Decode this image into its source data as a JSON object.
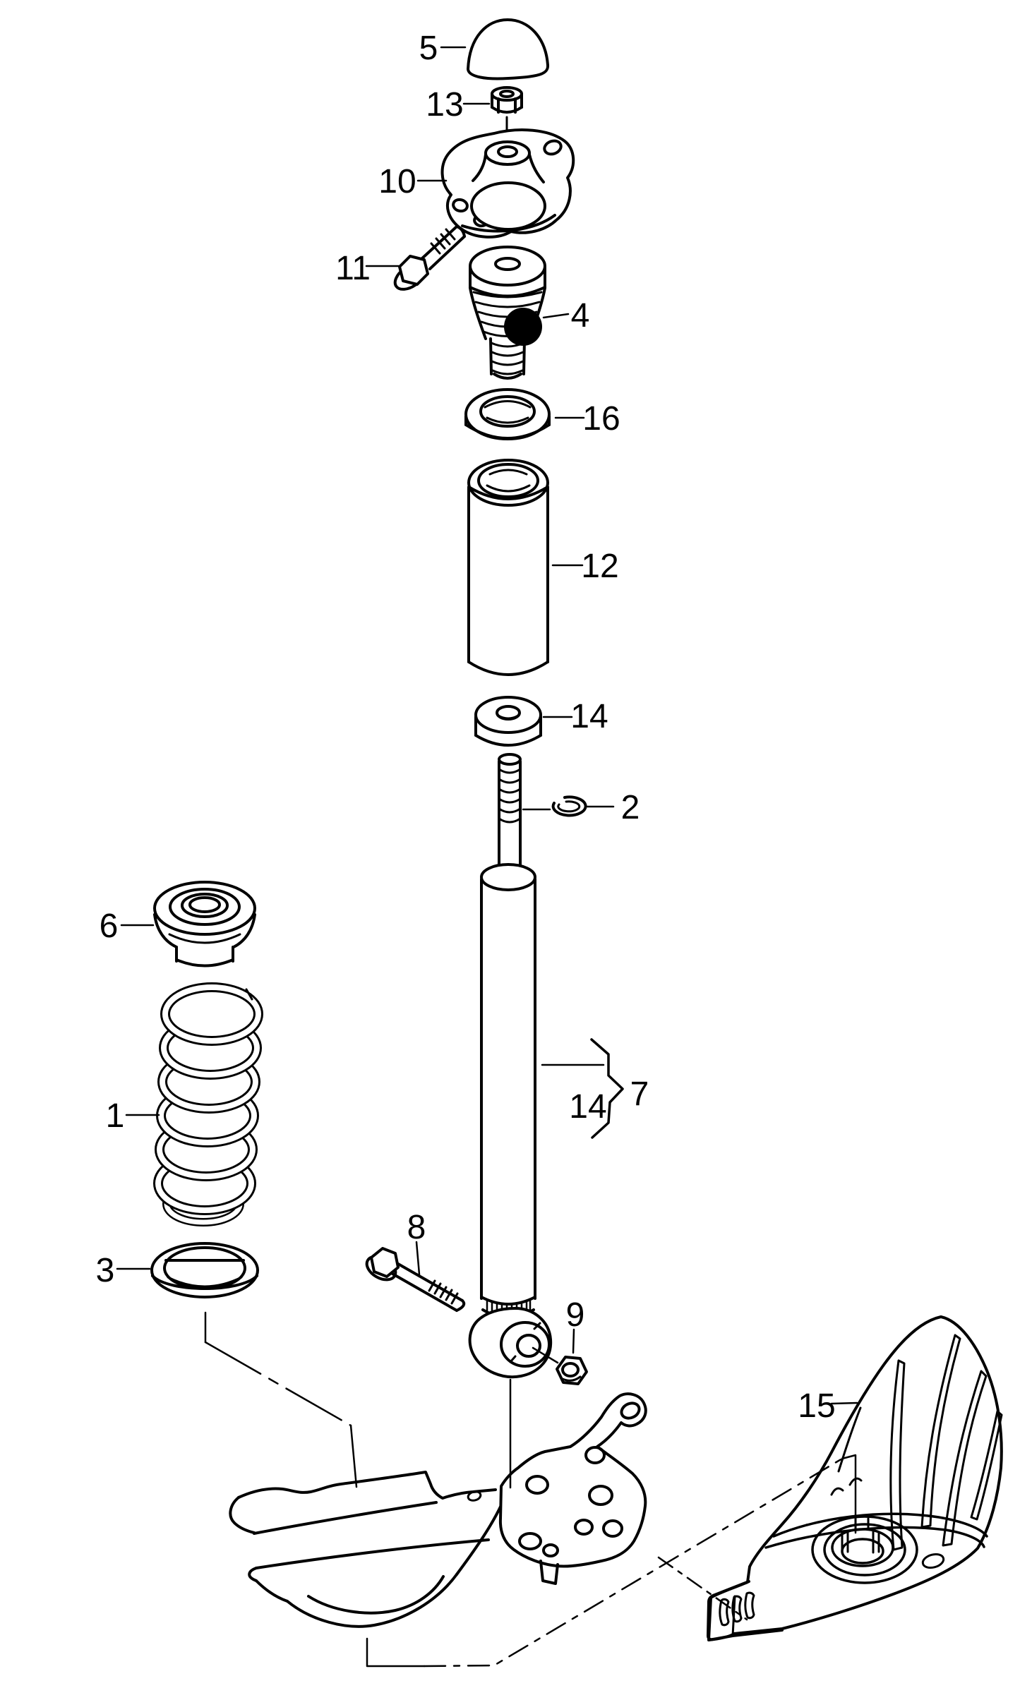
{
  "figure": {
    "type": "exploded-parts-diagram",
    "background": "#ffffff",
    "line_color": "#000000",
    "marker_color": "#000000",
    "marker": {
      "shape": "filled-circle",
      "at_callout": "4"
    }
  },
  "callouts": {
    "n1": {
      "label": "1"
    },
    "n2": {
      "label": "2"
    },
    "n3": {
      "label": "3"
    },
    "n4": {
      "label": "4"
    },
    "n5": {
      "label": "5"
    },
    "n6": {
      "label": "6"
    },
    "n7": {
      "label": "7"
    },
    "n8": {
      "label": "8"
    },
    "n9": {
      "label": "9"
    },
    "n10": {
      "label": "10"
    },
    "n11": {
      "label": "11"
    },
    "n12": {
      "label": "12"
    },
    "n13": {
      "label": "13"
    },
    "n14_washer": {
      "label": "14"
    },
    "n14_group": {
      "label": "14"
    },
    "n15": {
      "label": "15"
    },
    "n16": {
      "label": "16"
    }
  }
}
